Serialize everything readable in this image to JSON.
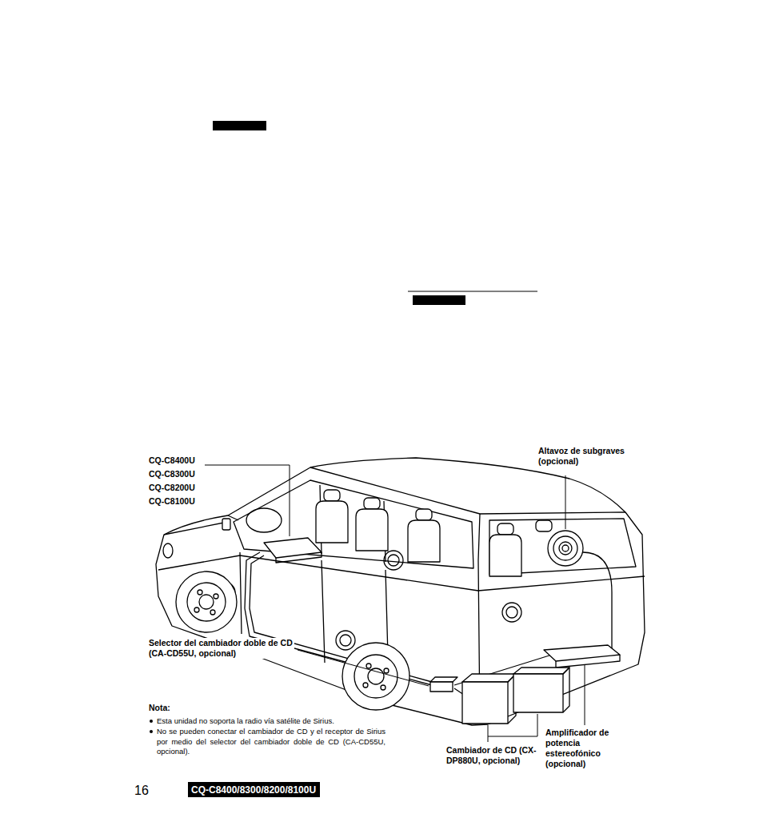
{
  "diagram": {
    "nodes": [
      {
        "text": [
          "CQ-C8400/8300/8200/8100U"
        ]
      }
    ],
    "labels": [
      "CQ-C8400U",
      "CQ-C8300U",
      "CQ-C8200U",
      "CQ-C8100U",
      "Altavoz de subgraves (opcional)",
      "Selector del cambiador doble de CD (CA-CD55U, opcional)",
      "Nota:",
      "Esta unidad no soporta la radio vía satélite de Sirius.",
      "No se pueden conectar el cambiador de CD y el receptor de Sirius por medio del selector del cambiador doble de CD (CA-CD55U, opcional).",
      "Cambiador de CD (CX-DP880U, opcional)",
      "Amplificador de potencia estereofónico (opcional)",
      "16"
    ]
  }
}
